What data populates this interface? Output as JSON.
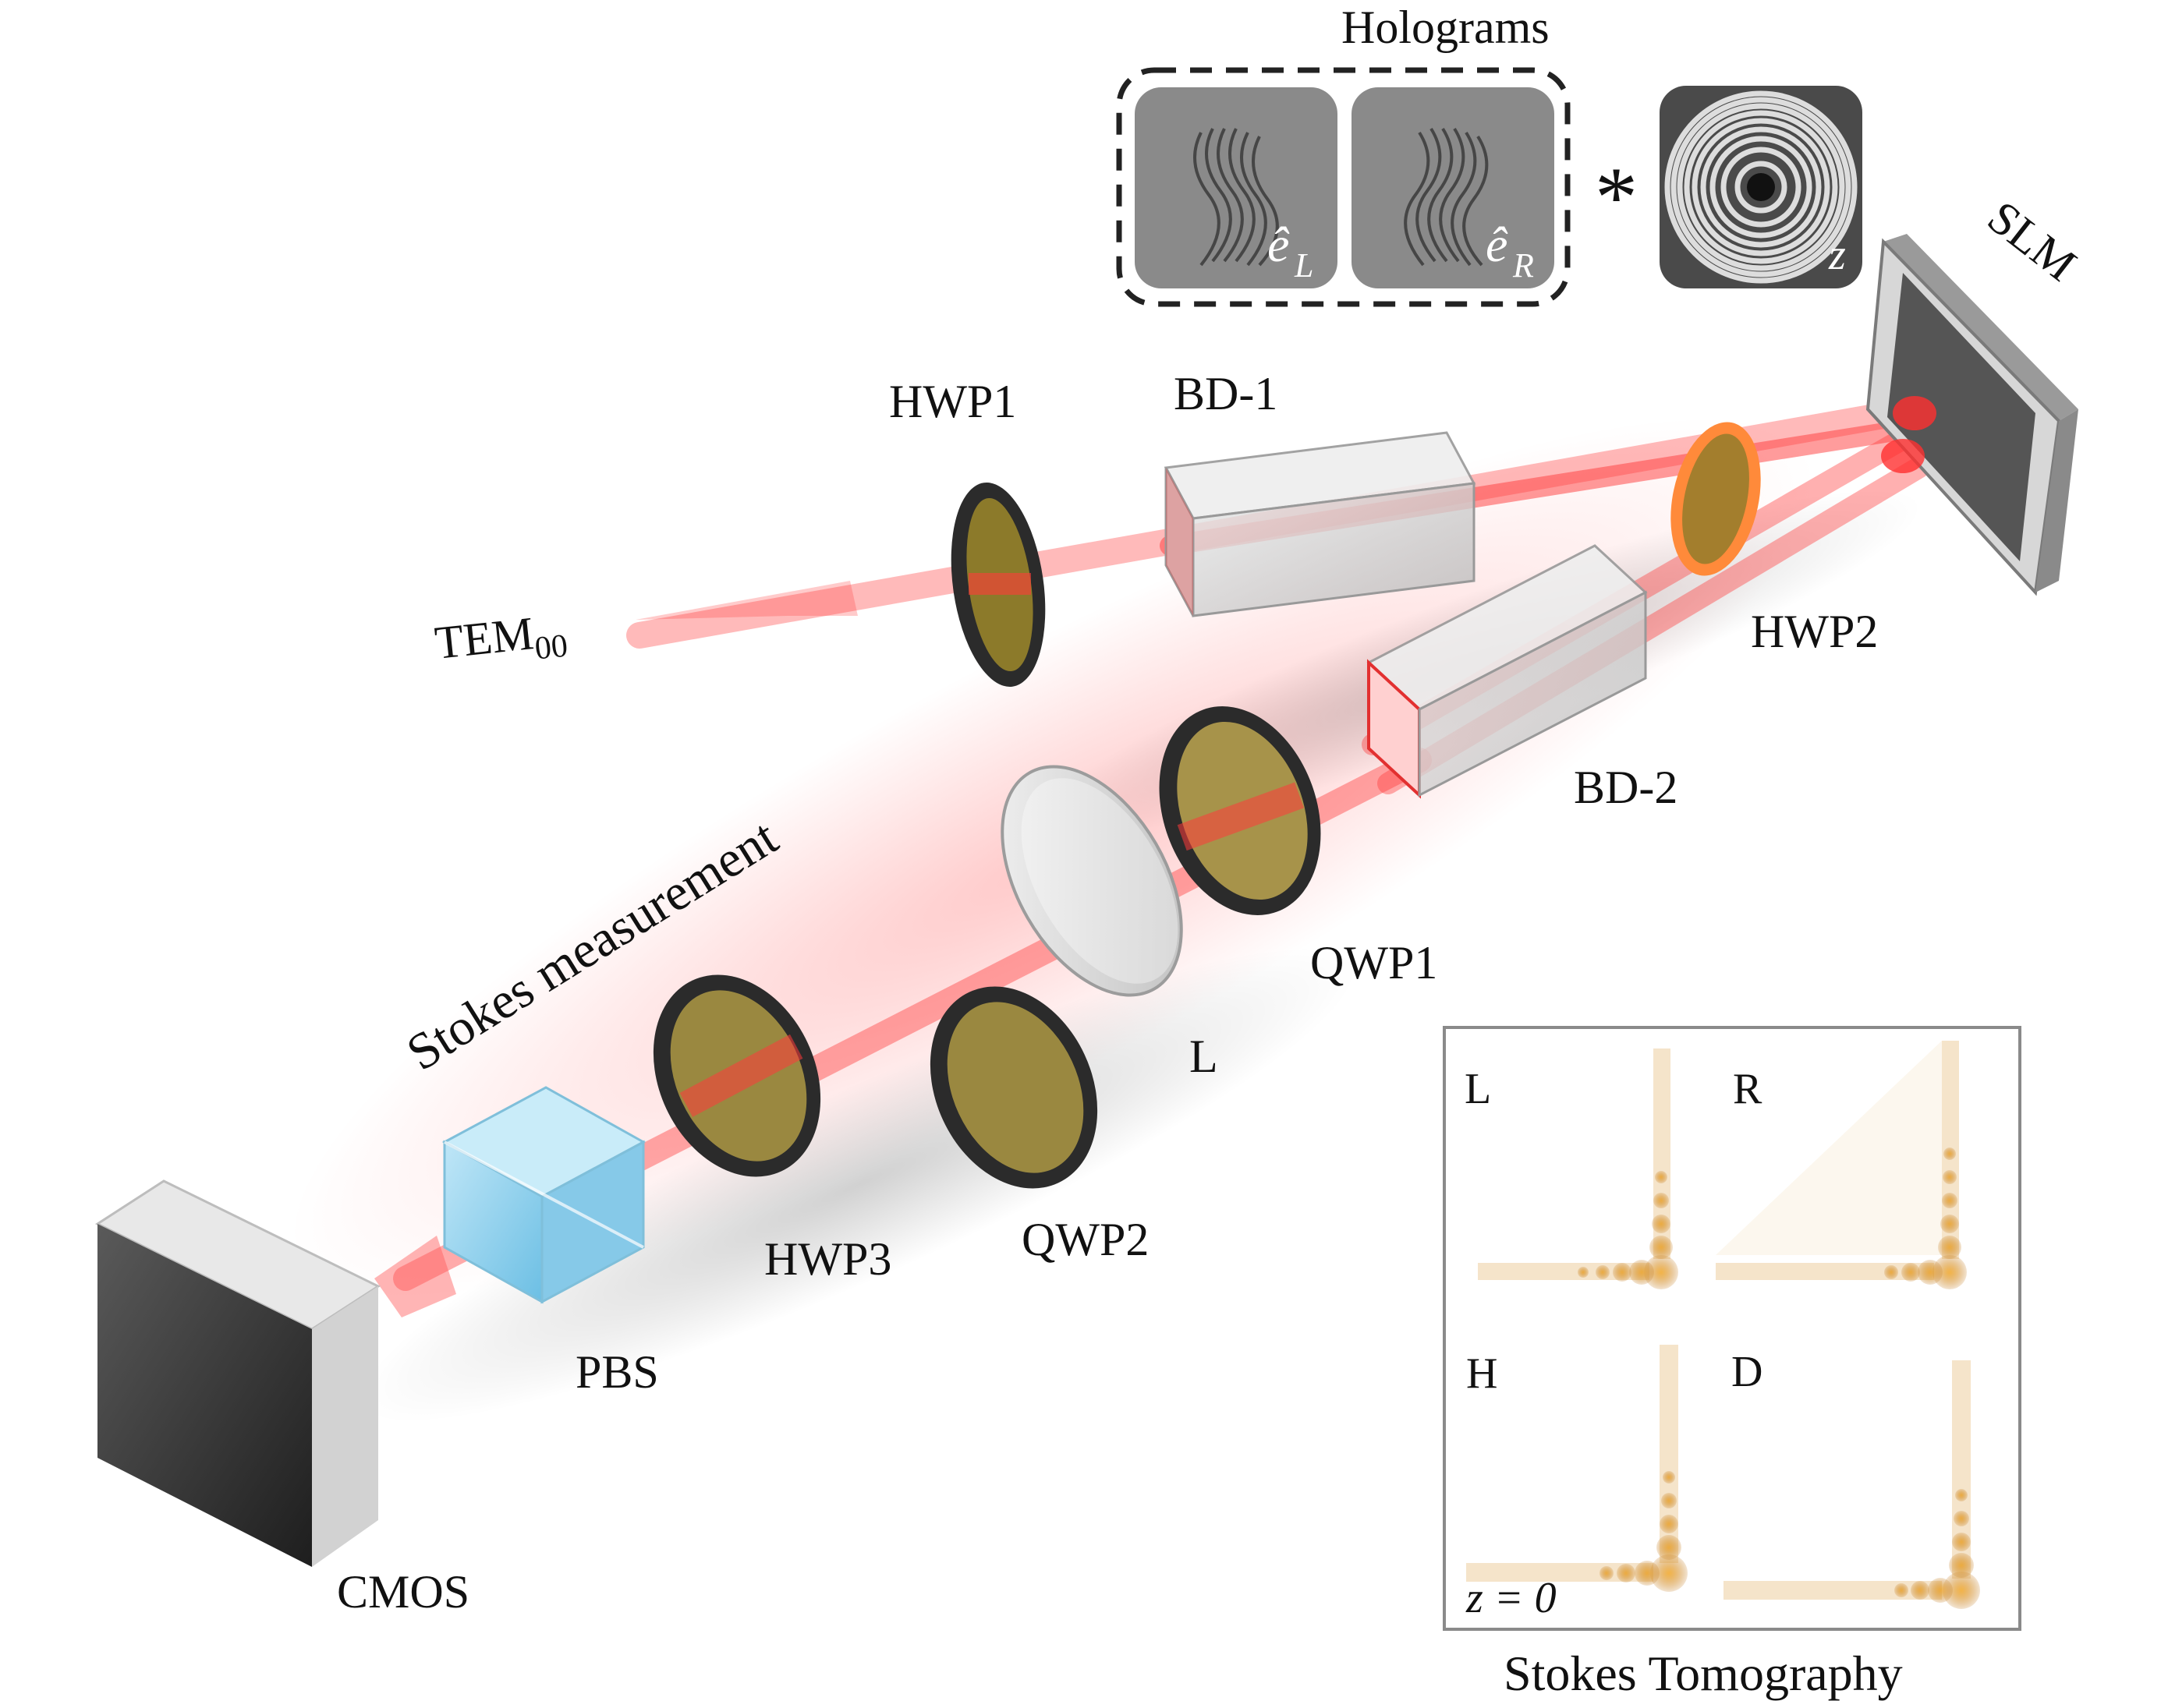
{
  "labels": {
    "holograms": "Holograms",
    "slm": "SLM",
    "hwp1": "HWP1",
    "bd1": "BD-1",
    "hwp2": "HWP2",
    "bd2": "BD-2",
    "tem": "TEM",
    "tem_sub": "00",
    "qwp1": "QWP1",
    "lens": "L",
    "qwp2": "QWP2",
    "hwp3": "HWP3",
    "pbs": "PBS",
    "cmos": "CMOS",
    "stokes_measurement": "Stokes measurement",
    "stokes_tomography": "Stokes Tomography",
    "convolution": "*"
  },
  "hologram_tiles": [
    {
      "letter": "ê",
      "sub": "L"
    },
    {
      "letter": "ê",
      "sub": "R"
    },
    {
      "letter": "z",
      "sub": ""
    }
  ],
  "tomography_panels": [
    {
      "label": "L"
    },
    {
      "label": "R"
    },
    {
      "label": "H"
    },
    {
      "label": "D"
    }
  ],
  "tomography_note": "z = 0",
  "colors": {
    "beam": "#ff3b3b",
    "waveplate_filter": "#8c7a2a",
    "mount_ring": "#2b2b2b",
    "pbs_cube": "#8fd2ee",
    "intensity_spot": "#d9952c",
    "hologram_gray": "#8a8a8a"
  }
}
